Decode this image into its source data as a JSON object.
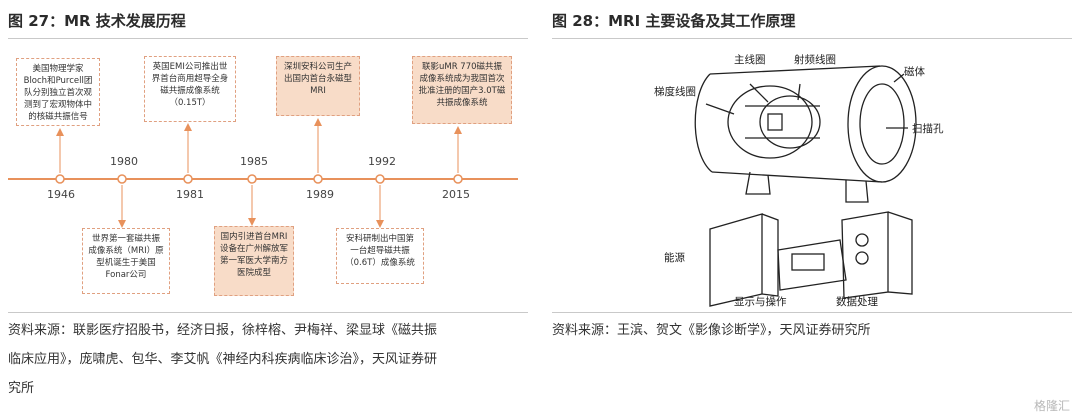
{
  "left_figure": {
    "title": "图 27：MR 技术发展历程",
    "events": [
      {
        "year": "1946",
        "text": "美国物理学家Bloch和Purcell团队分别独立首次观测到了宏观物体中的核磁共振信号"
      },
      {
        "year": "1980",
        "text": "世界第一套磁共振成像系统（MRI）原型机诞生于美国Fonar公司"
      },
      {
        "year": "1981",
        "text": "英国EMI公司推出世界首台商用超导全身磁共振成像系统（0.15T）"
      },
      {
        "year": "1985",
        "text": "国内引进首台MRI设备在广州解放军第一军医大学南方医院成型"
      },
      {
        "year": "1989",
        "text": "深圳安科公司生产出国内首台永磁型MRI"
      },
      {
        "year": "1992",
        "text": "安科研制出中国第一台超导磁共振（0.6T）成像系统"
      },
      {
        "year": "2015",
        "text": "联影uMR 770磁共振成像系统成为我国首次批准注册的国产3.0T磁共振成像系统"
      }
    ],
    "source_lines": [
      "资料来源：联影医疗招股书，经济日报，徐梓榕、尹梅祥、梁显球《磁共振",
      "临床应用》，庞啸虎、包华、李艾帆《神经内科疾病临床诊治》，天风证券研",
      "究所"
    ]
  },
  "right_figure": {
    "title": "图 28：MRI 主要设备及其工作原理",
    "labels": {
      "main_coil": "主线圈",
      "rf_coil": "射频线圈",
      "gradient_coil": "梯度线圈",
      "magnet": "磁体",
      "scan_hole": "扫描孔",
      "power": "能源",
      "display": "显示与操作",
      "processing": "数据处理"
    },
    "source_lines": [
      "资料来源：王滨、贺文《影像诊断学》，天风证券研究所"
    ]
  },
  "watermark": "格隆汇",
  "colors": {
    "accent": "#e8915b",
    "box_fill": "#f8dcc8",
    "rule": "#c9c9c9"
  }
}
